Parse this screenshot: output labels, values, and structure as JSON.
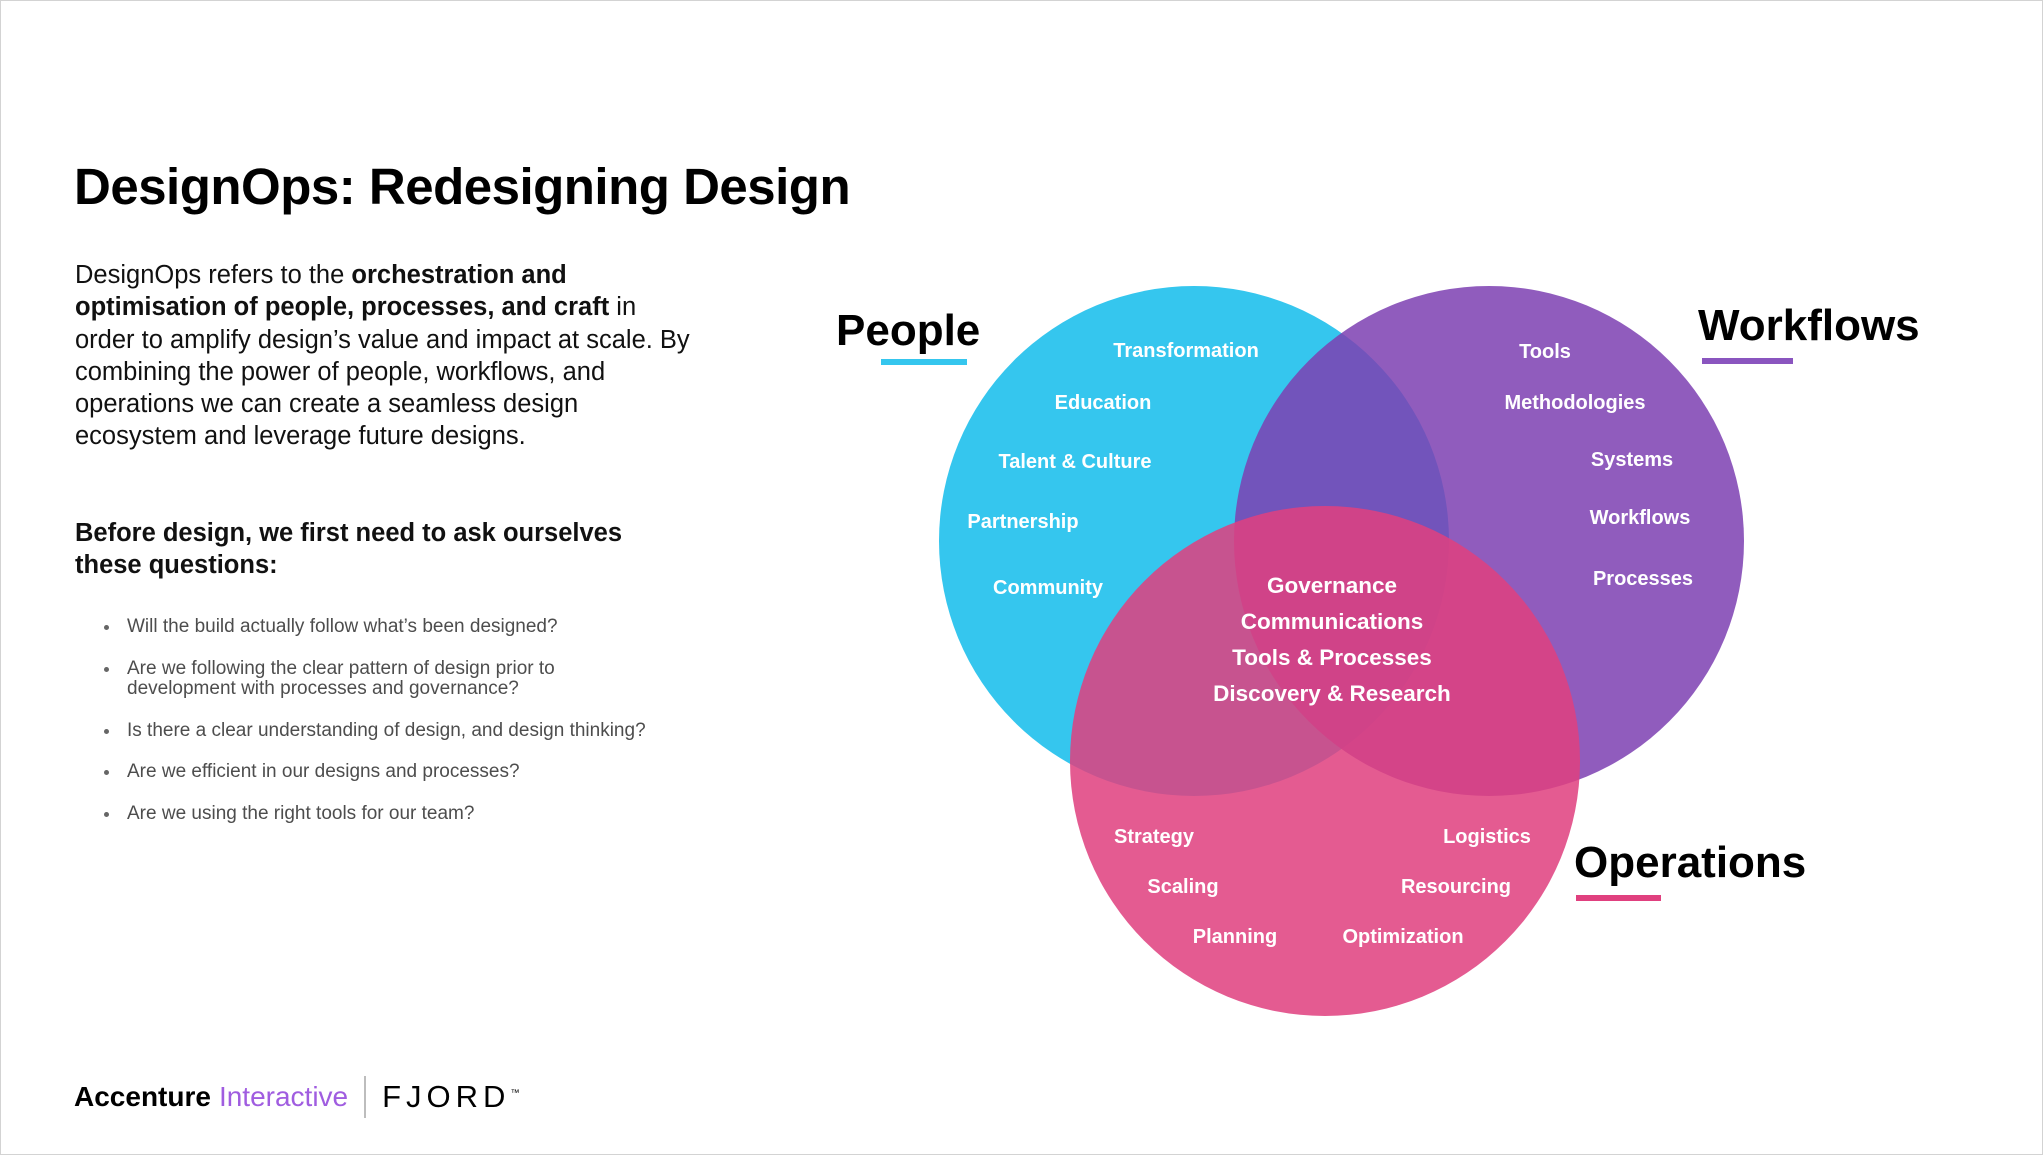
{
  "title": "DesignOps: Redesigning Design",
  "intro": {
    "part1": "DesignOps refers to the ",
    "bold": "orchestration and optimisation of people, processes, and craft",
    "part2": " in order to amplify design’s value and impact at scale. By combining the power of people, workflows, and operations we can create a seamless design ecosystem and leverage future designs."
  },
  "questions_heading": "Before design, we first need to ask ourselves these questions:",
  "questions": [
    "Will the build actually follow what’s been designed?",
    "Are we following the clear pattern of design prior to development with processes and governance?",
    "Is there a clear understanding of design, and design thinking?",
    "Are we efficient in our designs and processes?",
    "Are we using the right tools for our team?"
  ],
  "diagram": {
    "colors": {
      "people": "#35c6ee",
      "workflows": "#7d3fb1",
      "operations": "#e0407f",
      "people_underline": "#35c6ee",
      "workflows_underline": "#8a55bf",
      "operations_underline": "#e0407f"
    },
    "people": {
      "label": "People",
      "items": [
        "Transformation",
        "Education",
        "Talent & Culture",
        "Partnership",
        "Community"
      ]
    },
    "workflows": {
      "label": "Workflows",
      "items": [
        "Tools",
        "Methodologies",
        "Systems",
        "Workflows",
        "Processes"
      ]
    },
    "operations": {
      "label": "Operations",
      "items": [
        "Strategy",
        "Logistics",
        "Scaling",
        "Resourcing",
        "Planning",
        "Optimization"
      ]
    },
    "center": [
      "Governance",
      "Communications",
      "Tools & Processes",
      "Discovery & Research"
    ]
  },
  "footer": {
    "brand": "Accenture",
    "brand_sub": "Interactive",
    "partner": "FJORD",
    "partner_mark": "™"
  }
}
